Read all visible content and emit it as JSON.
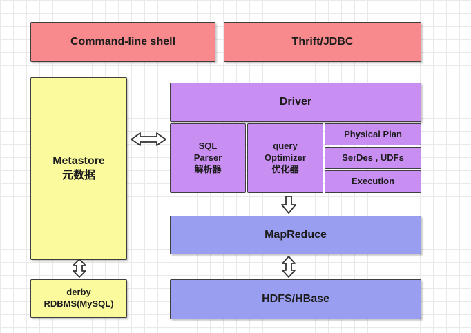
{
  "diagram": {
    "title_hint": "Hive architecture diagram",
    "colors": {
      "client_pink": "#f8898c",
      "metastore_yellow": "#fbfb9e",
      "driver_purple": "#c98ef2",
      "storage_blue": "#9a9ef0",
      "border": "#3f3f3f",
      "grid": "#e9e9e9",
      "text": "#1c1c1c"
    },
    "boxes": {
      "cli": {
        "label": "Command-line shell"
      },
      "thrift": {
        "label": "Thrift/JDBC"
      },
      "metastore": {
        "line1": "Metastore",
        "line2": "元数据"
      },
      "driver": {
        "label": "Driver"
      },
      "sql_parser": {
        "line1": "SQL",
        "line2": "Parser",
        "line3": "解析器"
      },
      "query_optimizer": {
        "line1": "query",
        "line2": "Optimizer",
        "line3": "优化器"
      },
      "physical_plan": {
        "label": "Physical Plan"
      },
      "serdes": {
        "label": "SerDes , UDFs"
      },
      "execution": {
        "label": "Execution"
      },
      "mapreduce": {
        "label": "MapReduce"
      },
      "hdfs": {
        "label": "HDFS/HBase"
      },
      "derby": {
        "line1": "derby",
        "line2": "RDBMS(MySQL)"
      }
    },
    "arrows": {
      "metastore_driver": "double-arrow-horizontal",
      "driver_mapreduce": "arrow-down",
      "mapreduce_hdfs": "double-arrow-vertical",
      "metastore_derby": "double-arrow-vertical"
    }
  }
}
